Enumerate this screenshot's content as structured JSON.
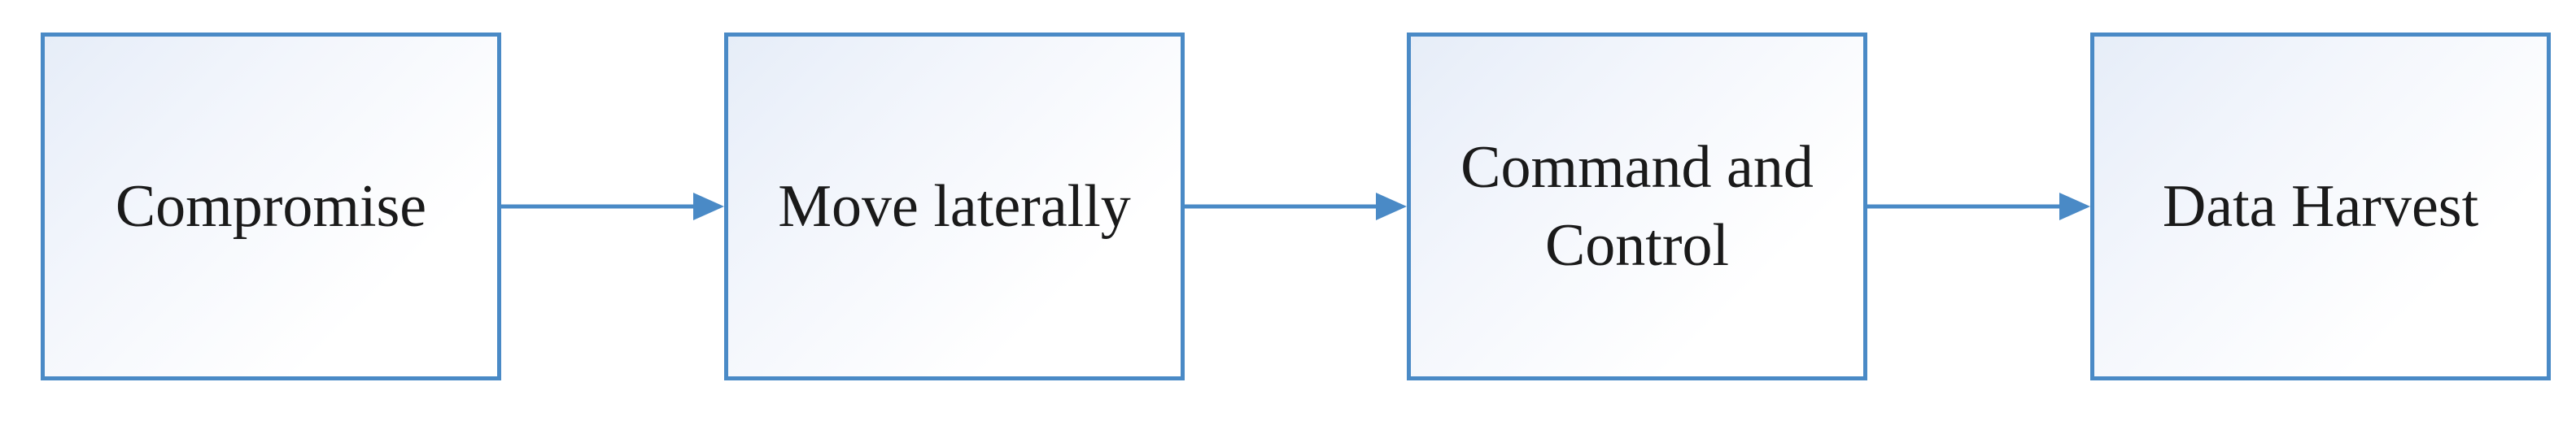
{
  "diagram": {
    "steps": [
      {
        "label": "Compromise"
      },
      {
        "label": "Move laterally"
      },
      {
        "label": "Command and Control"
      },
      {
        "label": "Data Harvest"
      }
    ],
    "colors": {
      "border": "#4a8ac6",
      "arrow": "#4a8ac6",
      "text": "#1a1a1a",
      "fill_start": "#e6edf8",
      "fill_end": "#ffffff"
    }
  }
}
